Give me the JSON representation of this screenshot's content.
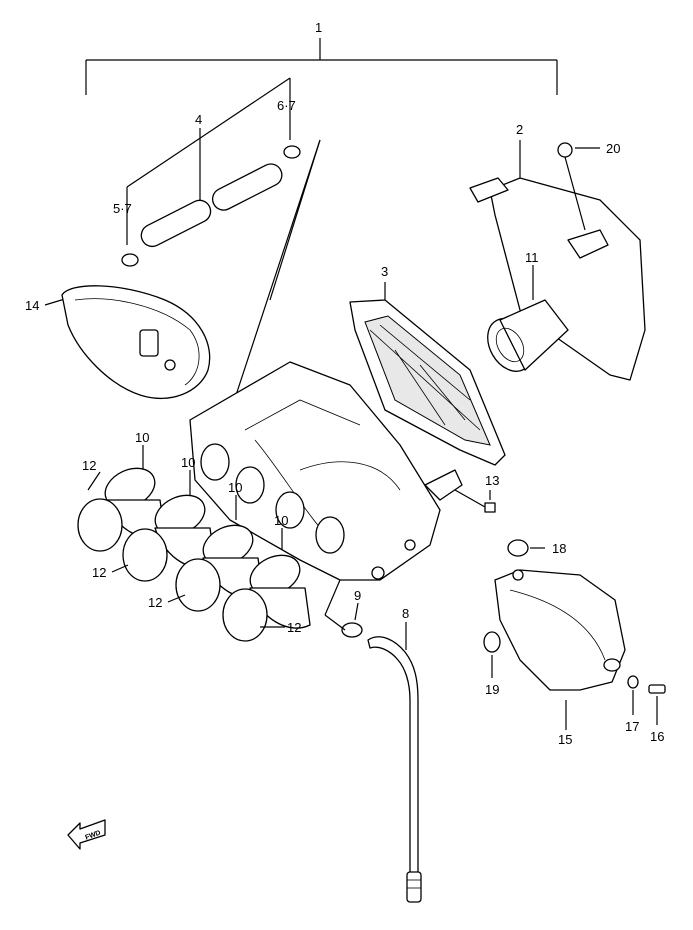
{
  "diagram": {
    "labels": {
      "p1": "1",
      "p2": "2",
      "p3": "3",
      "p4": "4",
      "p5_7": "5·7",
      "p6_7": "6·7",
      "p8": "8",
      "p9": "9",
      "p10a": "10",
      "p10b": "10",
      "p10c": "10",
      "p10d": "10",
      "p11": "11",
      "p12a": "12",
      "p12b": "12",
      "p12c": "12",
      "p12d": "12",
      "p13": "13",
      "p14": "14",
      "p15": "15",
      "p16": "16",
      "p17": "17",
      "p18": "18",
      "p19": "19",
      "p20": "20"
    },
    "fwd_marker": "FWD"
  }
}
